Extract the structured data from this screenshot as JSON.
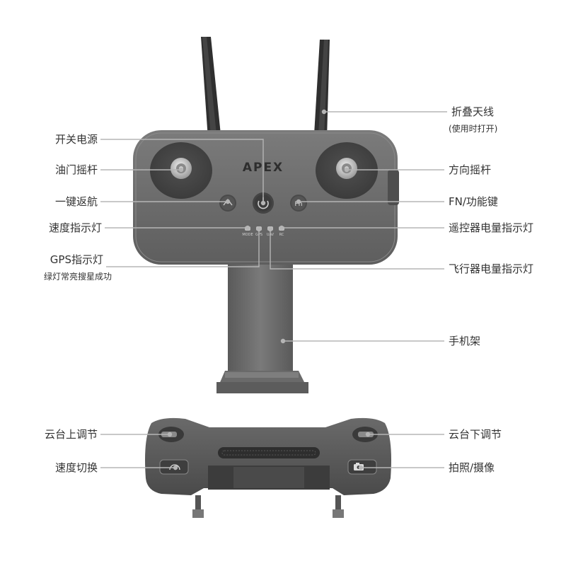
{
  "brand": "APEX",
  "indicator_tags": [
    "MODE",
    "GPS",
    "UAV",
    "RC"
  ],
  "button_glyphs": {
    "fn": "Fn"
  },
  "labels": {
    "antenna": "折叠天线",
    "antenna_note": "(使用时打开)",
    "power": "开关电源",
    "throttle_stick": "油门摇杆",
    "return_home": "一键返航",
    "speed_indicator": "速度指示灯",
    "gps_indicator": "GPS指示灯",
    "gps_note": "绿灯常亮搜星成功",
    "direction_stick": "方向摇杆",
    "fn_key": "FN/功能键",
    "rc_battery_indicator": "遥控器电量指示灯",
    "uav_battery_indicator": "飞行器电量指示灯",
    "phone_holder": "手机架",
    "gimbal_up": "云台上调节",
    "gimbal_down": "云台下调节",
    "speed_switch": "速度切换",
    "photo_video": "拍照/摄像"
  },
  "colors": {
    "body": "#6f6f6f",
    "body_dark": "#4a4a4a",
    "line": "#b5b5b5",
    "label": "#333333"
  }
}
